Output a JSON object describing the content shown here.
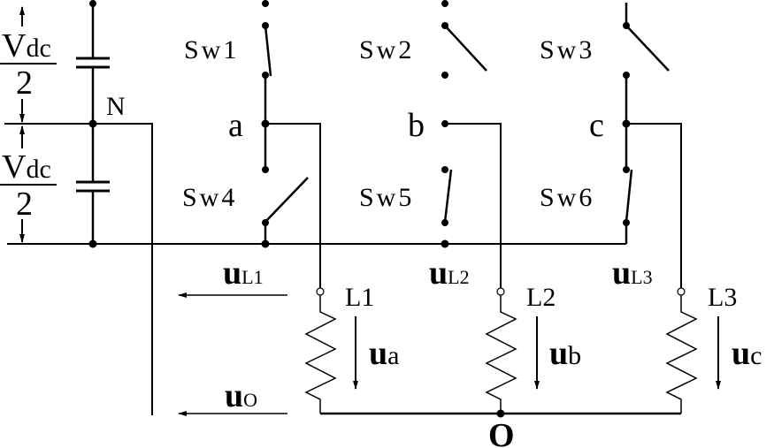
{
  "diagram": {
    "type": "three-phase inverter circuit",
    "dc_link": {
      "upper_voltage_label": {
        "main": "V",
        "sub": "dc",
        "denominator": "2"
      },
      "lower_voltage_label": {
        "main": "V",
        "sub": "dc",
        "denominator": "2"
      },
      "midpoint_label": "N"
    },
    "switches": [
      {
        "id": "Sw1",
        "label": "Sw1",
        "state": "closed"
      },
      {
        "id": "Sw2",
        "label": "Sw2",
        "state": "open"
      },
      {
        "id": "Sw3",
        "label": "Sw3",
        "state": "open"
      },
      {
        "id": "Sw4",
        "label": "Sw4",
        "state": "open"
      },
      {
        "id": "Sw5",
        "label": "Sw5",
        "state": "closed"
      },
      {
        "id": "Sw6",
        "label": "Sw6",
        "state": "closed"
      }
    ],
    "phase_nodes": [
      "a",
      "b",
      "c"
    ],
    "loads": [
      {
        "label": "L1",
        "voltage_main": "u",
        "voltage_sub": "a",
        "terminal_voltage_main": "u",
        "terminal_voltage_sub": "L1"
      },
      {
        "label": "L2",
        "voltage_main": "u",
        "voltage_sub": "b",
        "terminal_voltage_main": "u",
        "terminal_voltage_sub": "L2"
      },
      {
        "label": "L3",
        "voltage_main": "u",
        "voltage_sub": "c",
        "terminal_voltage_main": "u",
        "terminal_voltage_sub": "L3"
      }
    ],
    "neutral_voltage": {
      "main": "u",
      "sub": "O"
    },
    "star_point_label": "O"
  }
}
